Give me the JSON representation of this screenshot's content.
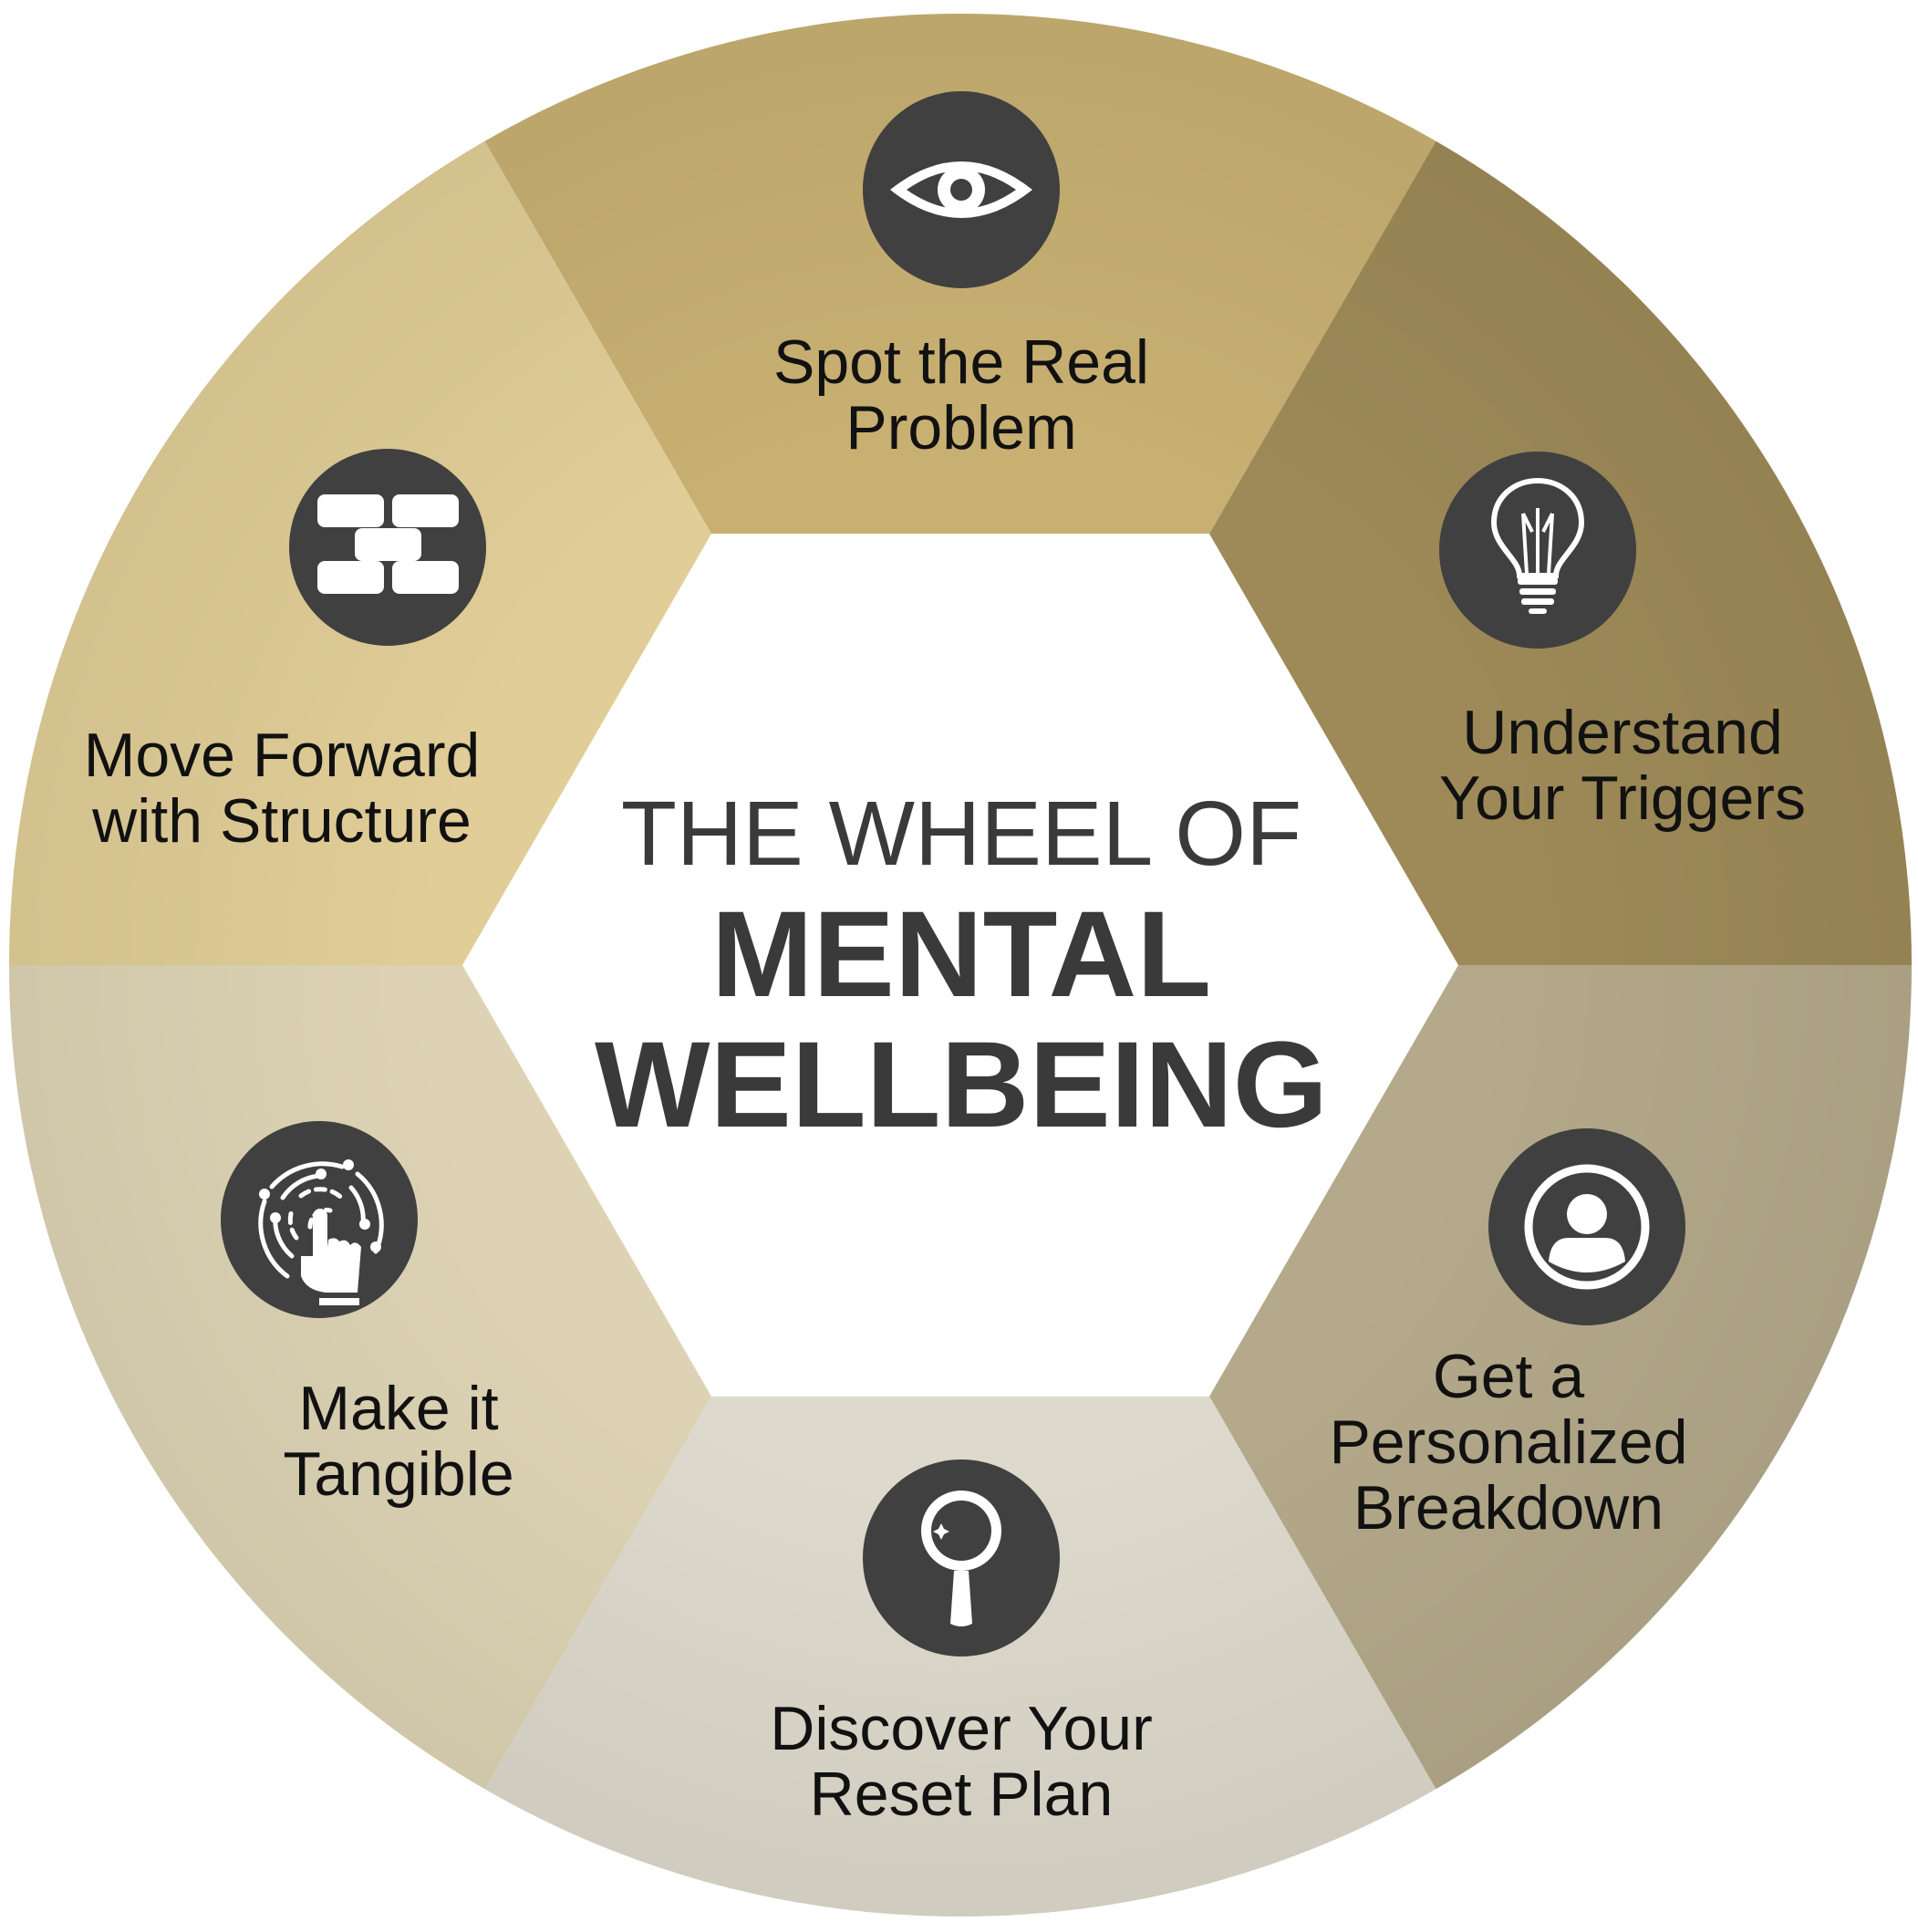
{
  "title": {
    "line1": "THE WHEEL OF",
    "line2": "MENTAL",
    "line3": "WELLBEING"
  },
  "segments": [
    {
      "id": "spot",
      "icon": "eye-icon",
      "color": "#C8B072",
      "lines": [
        "Spot the Real",
        "Problem"
      ]
    },
    {
      "id": "triggers",
      "icon": "lightbulb-icon",
      "color": "#9E8A58",
      "lines": [
        "Understand",
        "Your Triggers"
      ]
    },
    {
      "id": "breakdown",
      "icon": "user-profile-icon",
      "color": "#B4A98A",
      "lines": [
        "Get a",
        "Personalized",
        "Breakdown"
      ]
    },
    {
      "id": "reset",
      "icon": "magnifier-icon",
      "color": "#DDD9CC",
      "lines": [
        "Discover Your",
        "Reset Plan"
      ]
    },
    {
      "id": "tangible",
      "icon": "touch-hand-icon",
      "color": "#DDD3B4",
      "lines": [
        "Make it",
        "Tangible"
      ]
    },
    {
      "id": "structure",
      "icon": "bricks-icon",
      "color": "#E0CD97",
      "lines": [
        "Move Forward",
        "with Structure"
      ]
    }
  ],
  "colors": {
    "icon_bg": "#404040",
    "center_text": "#3a3a3a",
    "label_text": "#111111"
  }
}
